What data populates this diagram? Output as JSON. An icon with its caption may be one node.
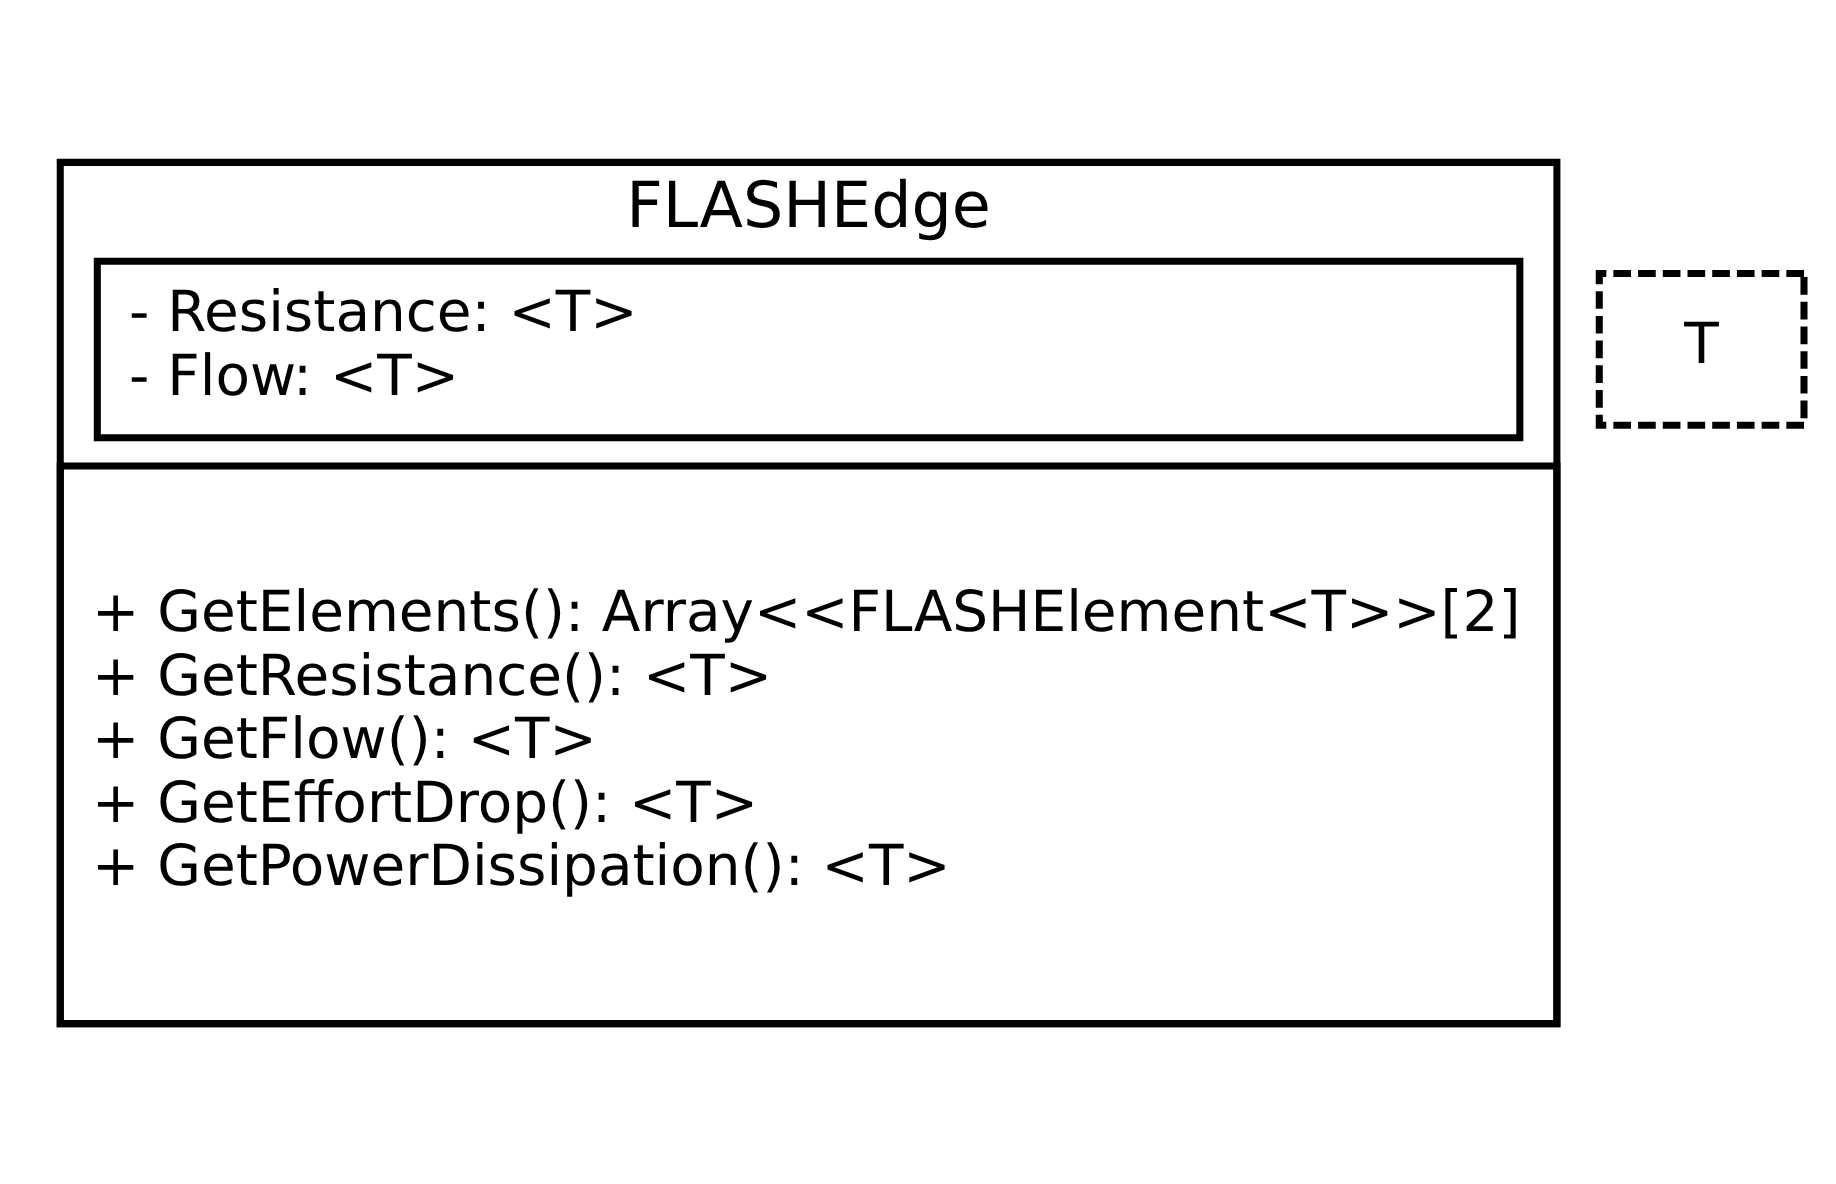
{
  "diagram": {
    "nodes": [
      {
        "text": [
          "FLASHEdge"
        ]
      },
      {
        "text": [
          "- Resistance: <T>",
          "- Flow: <T>"
        ],
        "in": 0
      },
      {
        "text": [
          "+ GetElements(): Array<<FLASHElement<T>>[2]",
          "+ GetResistance(): <T>",
          "+ GetFlow(): <T>",
          "+ GetEffortDrop(): <T>",
          "+ GetPowerDissipation(): <T>"
        ],
        "in": 0
      },
      {
        "text": [
          "T"
        ]
      }
    ],
    "edges": []
  }
}
